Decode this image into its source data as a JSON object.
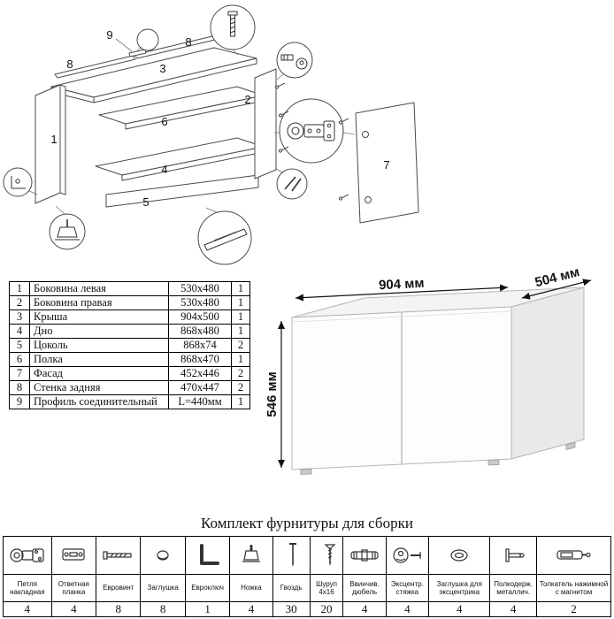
{
  "exploded": {
    "labels": {
      "p1": "1",
      "p2": "2",
      "p3": "3",
      "p4": "4",
      "p5": "5",
      "p6": "6",
      "p7": "7",
      "p8a": "8",
      "p8b": "8",
      "p9": "9"
    }
  },
  "parts_table": {
    "rows": [
      {
        "num": "1",
        "name": "Боковина левая",
        "size": "530x480",
        "qty": "1"
      },
      {
        "num": "2",
        "name": "Боковина правая",
        "size": "530x480",
        "qty": "1"
      },
      {
        "num": "3",
        "name": "Крыша",
        "size": "904x500",
        "qty": "1"
      },
      {
        "num": "4",
        "name": "Дно",
        "size": "868x480",
        "qty": "1"
      },
      {
        "num": "5",
        "name": "Цоколь",
        "size": "868x74",
        "qty": "2"
      },
      {
        "num": "6",
        "name": "Полка",
        "size": "868x470",
        "qty": "1"
      },
      {
        "num": "7",
        "name": "Фасад",
        "size": "452x446",
        "qty": "2"
      },
      {
        "num": "8",
        "name": "Стенка задняя",
        "size": "470x447",
        "qty": "2"
      },
      {
        "num": "9",
        "name": "Профиль соединительный",
        "size": "L=440мм",
        "qty": "1"
      }
    ]
  },
  "cabinet": {
    "width_label": "904 мм",
    "depth_label": "504 мм",
    "height_label": "546 мм"
  },
  "hardware": {
    "title": "Комплект фурнитуры для сборки",
    "items": [
      {
        "name": "Петля накладная",
        "qty": "4",
        "icon": "hinge-icon"
      },
      {
        "name": "Ответная планка",
        "qty": "4",
        "icon": "strike-plate-icon"
      },
      {
        "name": "Евровинт",
        "qty": "8",
        "icon": "confirmat-screw-icon"
      },
      {
        "name": "Заглушка",
        "qty": "8",
        "icon": "cap-icon"
      },
      {
        "name": "Евроключ",
        "qty": "1",
        "icon": "hex-key-icon"
      },
      {
        "name": "Ножка",
        "qty": "4",
        "icon": "foot-icon"
      },
      {
        "name": "Гвоздь",
        "qty": "30",
        "icon": "nail-icon"
      },
      {
        "name": "Шуруп 4x16",
        "qty": "20",
        "icon": "screw-icon"
      },
      {
        "name": "Ввинчив. дюбель",
        "qty": "4",
        "icon": "screw-dowel-icon"
      },
      {
        "name": "Эксцентр. стяжка",
        "qty": "4",
        "icon": "cam-lock-icon"
      },
      {
        "name": "Заглушка для эксцентрика",
        "qty": "4",
        "icon": "cam-cap-icon"
      },
      {
        "name": "Полкодерж. металлич.",
        "qty": "4",
        "icon": "shelf-pin-icon"
      },
      {
        "name": "Толкатель нажимной с магнитом",
        "qty": "2",
        "icon": "push-latch-icon"
      }
    ]
  }
}
